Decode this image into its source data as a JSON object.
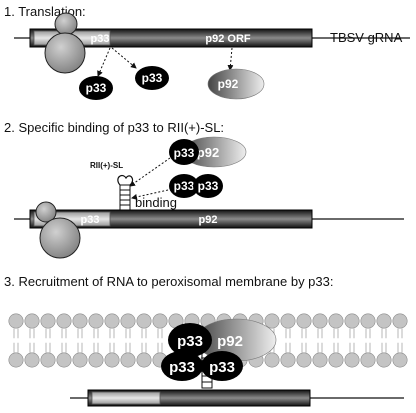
{
  "colors": {
    "background": "#ffffff",
    "rna_bar_dark": "#1c1c1c",
    "rna_bar_highlight": "#8a8a8a",
    "p33_box": "#c8c8c8",
    "ribosome": "#a0a0a0",
    "membrane_head": "#c4c4c4",
    "p33_bubble": "#000000",
    "p92_gradient_start": "#555555",
    "p92_gradient_end": "#e8e8e8"
  },
  "section1": {
    "title": "1. Translation:",
    "genome_label": "TBSV  gRNA",
    "p33_box_label": "p33",
    "orf_label": "p92 ORF",
    "product_left": "p33",
    "product_right": "p33",
    "product_p92": "p92"
  },
  "section2": {
    "title": "2. Specific binding of p33 to RII(+)-SL:",
    "sl_label": "RII(+)-SL",
    "binding_label": "binding",
    "complex_p33": "p33",
    "complex_p92": "p92",
    "dimer_left": "p33",
    "dimer_right": "p33",
    "p33_box_label": "p33",
    "orf_label": "p92"
  },
  "section3": {
    "title": "3. Recruitment of RNA to peroxisomal membrane by p33:",
    "upper_p33": "p33",
    "upper_p92": "p92",
    "lower_left": "p33",
    "lower_right": "p33"
  }
}
